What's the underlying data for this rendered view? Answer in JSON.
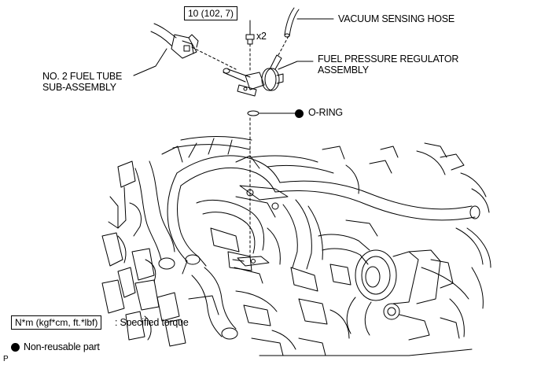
{
  "labels": {
    "torque_value": "10 (102, 7)",
    "quantity": "x2",
    "vacuum_hose": "VACUUM SENSING HOSE",
    "regulator_line1": "FUEL PRESSURE REGULATOR",
    "regulator_line2": "ASSEMBLY",
    "fuel_tube_line1": "NO. 2 FUEL TUBE",
    "fuel_tube_line2": "SUB-ASSEMBLY",
    "o_ring": "O-RING"
  },
  "legend": {
    "torque_unit": "N*m (kgf*cm, ft.*lbf)",
    "torque_desc": ": Specified torque",
    "nonreusable_desc": "Non-reusable part"
  },
  "corner_letter": "P",
  "colors": {
    "line": "#000000",
    "background": "#ffffff"
  },
  "icons": {
    "nonreusable_marker": "filled-circle-icon"
  }
}
